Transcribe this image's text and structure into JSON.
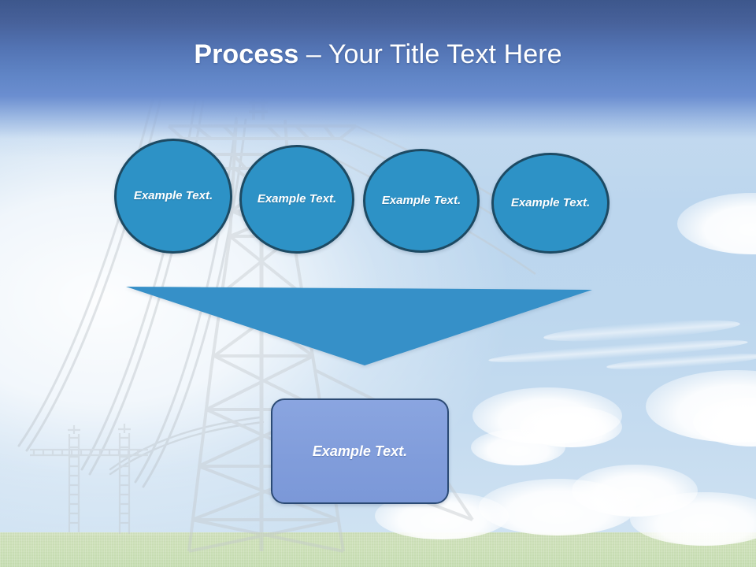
{
  "slide": {
    "title_bold": "Process",
    "title_rest": " – Your Title Text Here",
    "title_full": "Process – Your Title Text Here"
  },
  "theme": {
    "circle_fill": "#2d92c6",
    "circle_border": "#1d4a63",
    "arrow_fill": "#3690c8",
    "box_fill": "#839fdd",
    "box_border": "#2b4a74",
    "title_band_top": "#3d578c",
    "title_band_bottom": "#6b8ed0",
    "grass": "#cfe0bc",
    "sky": "#bdd7ee",
    "text_on_shape": "#ffffff"
  },
  "process": {
    "steps": [
      {
        "label": "Example Text.",
        "index": 1
      },
      {
        "label": "Example Text.",
        "index": 2
      },
      {
        "label": "Example Text.",
        "index": 3
      },
      {
        "label": "Example Text.",
        "index": 4
      }
    ],
    "arrow": {
      "direction": "down",
      "name": "down-arrow"
    },
    "result": {
      "label": "Example Text."
    }
  },
  "background": {
    "scene": "electricity-transmission-towers-over-green-field-and-blue-sky",
    "elements": [
      "power-pylon-large",
      "power-pylon-distant-left",
      "power-lines",
      "clouds",
      "grass-field"
    ]
  }
}
